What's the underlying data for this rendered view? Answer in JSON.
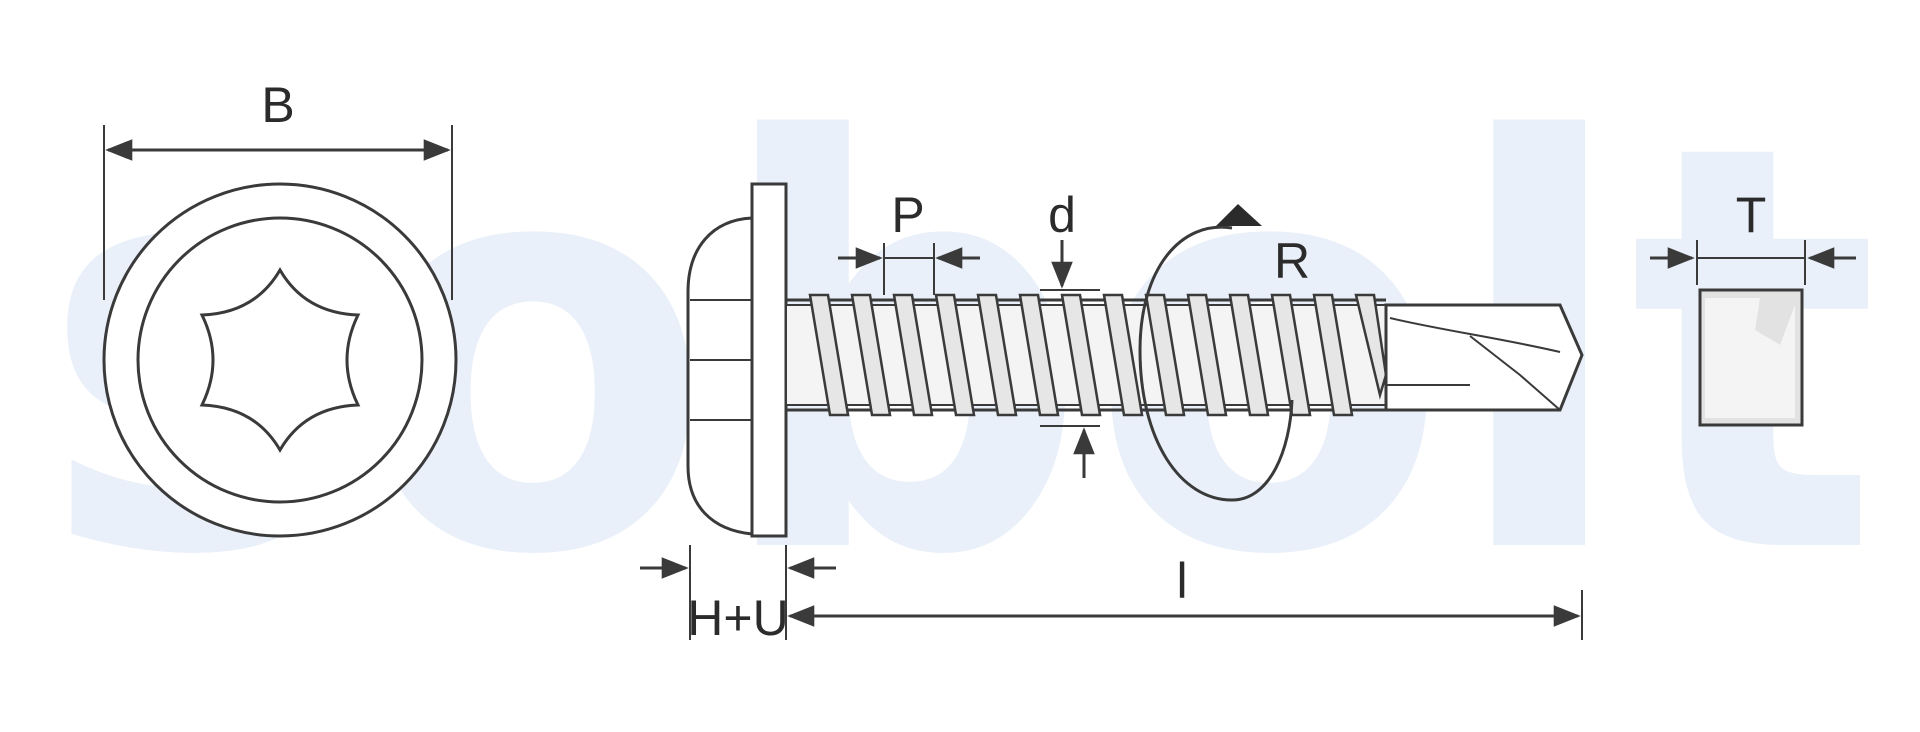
{
  "watermark": "sobolt",
  "labels": {
    "head_diameter": "B",
    "pitch": "P",
    "thread_diameter": "d",
    "rotation": "R",
    "drill_thickness": "T",
    "head_height": "H+U",
    "length": "l"
  },
  "colors": {
    "watermark": "#e9f0f9",
    "line": "#3a3a3a",
    "text": "#2b2b2b"
  }
}
